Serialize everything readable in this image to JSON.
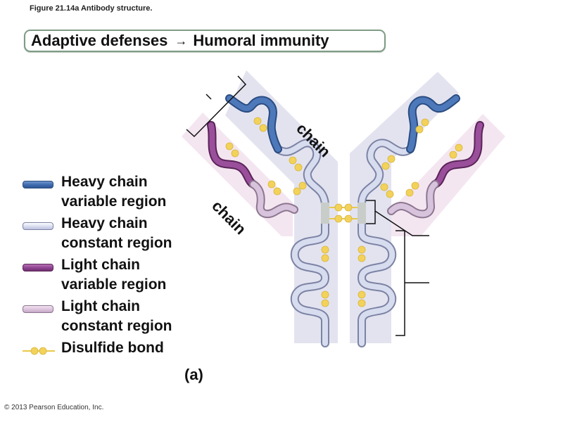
{
  "figure": {
    "caption": "Figure 21.14a  Antibody structure.",
    "panel_label": "(a)",
    "copyright": "© 2013 Pearson Education, Inc."
  },
  "banner": {
    "left": "Adaptive defenses",
    "arrow": "→",
    "right": "Humoral immunity"
  },
  "diagram": {
    "heavy_chain_label": "chain",
    "light_chain_label": "chain"
  },
  "legend": [
    {
      "id": "heavy-variable",
      "line1": "Heavy chain",
      "line2": "variable region",
      "color": "#3d69ad"
    },
    {
      "id": "heavy-constant",
      "line1": "Heavy chain",
      "line2": "constant region",
      "color": "#d7dcef"
    },
    {
      "id": "light-variable",
      "line1": "Light chain",
      "line2": "variable region",
      "color": "#8e4390"
    },
    {
      "id": "light-constant",
      "line1": "Light chain",
      "line2": "constant region",
      "color": "#dcc3dc"
    },
    {
      "id": "disulfide",
      "line1": "Disulfide bond",
      "color": "#f2d25a"
    }
  ],
  "colors": {
    "heavy_band": "#e3e3f0",
    "light_band": "#f4e6f0",
    "hinge": "#c9cdc9",
    "bracket": "#111111"
  }
}
